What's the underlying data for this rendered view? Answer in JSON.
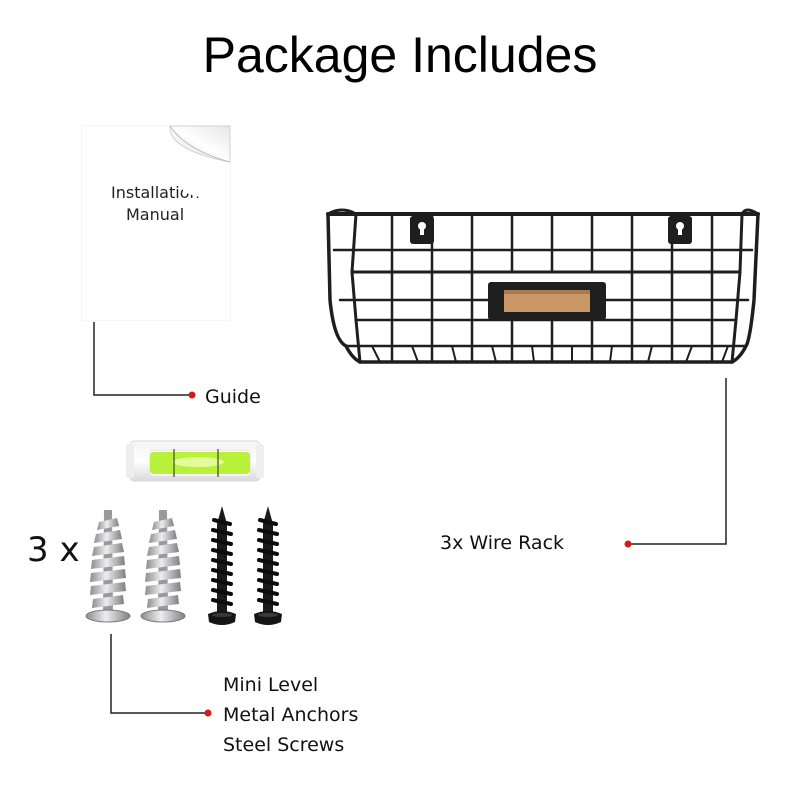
{
  "title": "Package Includes",
  "manual": {
    "line1": "Installation",
    "line2": "Manual"
  },
  "labels": {
    "guide": "Guide",
    "wire_rack": "3x Wire Rack",
    "quantity": "3 x",
    "hardware": [
      "Mini Level",
      "Metal Anchors",
      "Steel Screws"
    ]
  },
  "colors": {
    "callout_dot": "#d61a1a",
    "callout_line": "#222222",
    "rack_wire": "#1e1e1e",
    "label_plate": "#c99766",
    "level_liquid": "#b8f03a",
    "anchor_metal": "#b9b9bb",
    "screw_black": "#1a1a1a"
  }
}
